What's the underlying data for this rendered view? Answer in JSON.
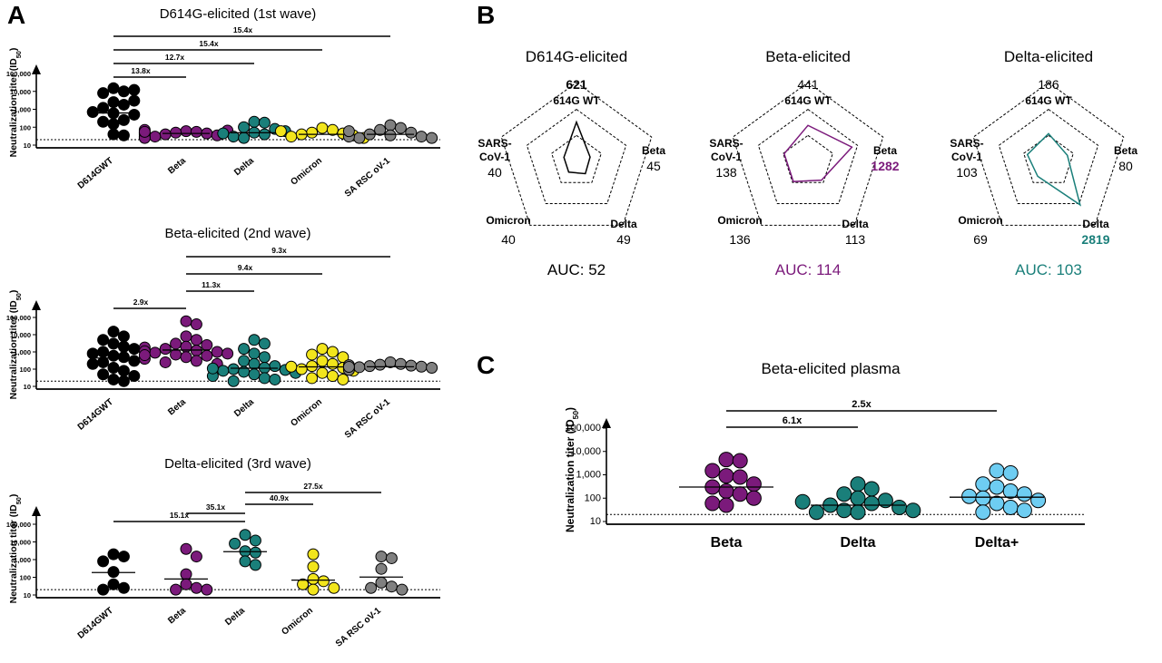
{
  "panel_letters": [
    "A",
    "B",
    "C"
  ],
  "colors": {
    "D614G WT": "#000000",
    "Beta": "#7b1a7b",
    "Delta": "#1a7f7a",
    "Omicron": "#f2e51c",
    "SARS-CoV-1": "#808080",
    "Delta+": "#6ecdf2"
  },
  "y_tick_labels": [
    "10",
    "100",
    "1,000",
    "10,000",
    "100,000"
  ],
  "chart_data": [
    {
      "id": "A1",
      "type": "scatter",
      "title": "D614G-elicited (1st wave)",
      "ylabel": "Neutralization titer (ID50)",
      "yscale": "log",
      "ylim": [
        10,
        100000
      ],
      "threshold": 20,
      "categories": [
        "D614GWT",
        "Beta",
        "Delta",
        "Omicron",
        "SA RSC oV-1"
      ],
      "series": [
        {
          "category": "D614GWT",
          "color": "#000000",
          "median": 621,
          "values": [
            15000,
            10000,
            8000,
            12000,
            2500,
            3000,
            1800,
            1200,
            600,
            500,
            700,
            250,
            200,
            150,
            40,
            35
          ]
        },
        {
          "category": "Beta",
          "color": "#7b1a7b",
          "median": 45,
          "values": [
            60,
            55,
            50,
            45,
            40,
            35,
            30,
            65,
            70,
            50,
            40,
            30,
            25,
            55
          ]
        },
        {
          "category": "Delta",
          "color": "#1a7f7a",
          "median": 49,
          "values": [
            200,
            180,
            100,
            80,
            50,
            40,
            30,
            25,
            60,
            45
          ]
        },
        {
          "category": "Omicron",
          "color": "#f2e51c",
          "median": 40,
          "values": [
            90,
            70,
            50,
            45,
            40,
            35,
            30,
            25,
            60
          ]
        },
        {
          "category": "SA RSC oV-1",
          "color": "#808080",
          "median": 40,
          "values": [
            130,
            90,
            70,
            50,
            40,
            35,
            30,
            25,
            25,
            30,
            60
          ]
        }
      ],
      "comparisons": [
        {
          "from": 0,
          "to": 1,
          "label": "13.8x"
        },
        {
          "from": 0,
          "to": 2,
          "label": "12.7x"
        },
        {
          "from": 0,
          "to": 3,
          "label": "15.4x"
        },
        {
          "from": 0,
          "to": 4,
          "label": "15.4x"
        }
      ]
    },
    {
      "id": "A2",
      "type": "scatter",
      "title": "Beta-elicited (2nd wave)",
      "ylabel": "Neutralization titer (ID50)",
      "yscale": "log",
      "ylim": [
        10,
        100000
      ],
      "threshold": 20,
      "categories": [
        "D614GWT",
        "Beta",
        "Delta",
        "Omicron",
        "SA RSC oV-1"
      ],
      "series": [
        {
          "category": "D614GWT",
          "color": "#000000",
          "median": 441,
          "values": [
            15000,
            8000,
            5000,
            3000,
            2000,
            1500,
            1000,
            800,
            600,
            500,
            400,
            300,
            250,
            200,
            120,
            80,
            50,
            40,
            25,
            20
          ]
        },
        {
          "category": "Beta",
          "color": "#7b1a7b",
          "median": 1282,
          "values": [
            60000,
            40000,
            8000,
            5000,
            3000,
            2500,
            2000,
            1500,
            1200,
            1000,
            900,
            800,
            700,
            600,
            500,
            400,
            300,
            250,
            200,
            1800,
            1100,
            650
          ]
        },
        {
          "category": "Delta",
          "color": "#1a7f7a",
          "median": 113,
          "values": [
            5000,
            3000,
            1500,
            800,
            500,
            300,
            200,
            150,
            120,
            100,
            90,
            80,
            70,
            60,
            50,
            40,
            30,
            25,
            20,
            110
          ]
        },
        {
          "category": "Omicron",
          "color": "#f2e51c",
          "median": 136,
          "values": [
            1500,
            1000,
            700,
            500,
            300,
            200,
            150,
            120,
            100,
            80,
            60,
            40,
            30,
            25,
            140
          ]
        },
        {
          "category": "SA RSC oV-1",
          "color": "#808080",
          "median": 138,
          "values": [
            250,
            200,
            180,
            160,
            150,
            140,
            130,
            120,
            110,
            100,
            90,
            170,
            135
          ]
        }
      ],
      "comparisons": [
        {
          "from": 0,
          "to": 1,
          "label": "2.9x"
        },
        {
          "from": 1,
          "to": 2,
          "label": "11.3x"
        },
        {
          "from": 1,
          "to": 3,
          "label": "9.4x"
        },
        {
          "from": 1,
          "to": 4,
          "label": "9.3x"
        }
      ]
    },
    {
      "id": "A3",
      "type": "scatter",
      "title": "Delta-elicited (3rd wave)",
      "ylabel": "Neutralization titer (ID50)",
      "yscale": "log",
      "ylim": [
        10,
        100000
      ],
      "threshold": 20,
      "categories": [
        "D614GWT",
        "Beta",
        "Delta",
        "Omicron",
        "SA RSC oV-1"
      ],
      "series": [
        {
          "category": "D614GWT",
          "color": "#000000",
          "median": 186,
          "values": [
            2000,
            1500,
            800,
            200,
            40,
            25,
            20
          ]
        },
        {
          "category": "Beta",
          "color": "#7b1a7b",
          "median": 80,
          "values": [
            4000,
            1500,
            150,
            40,
            25,
            20,
            20
          ]
        },
        {
          "category": "Delta",
          "color": "#1a7f7a",
          "median": 2819,
          "values": [
            25000,
            12000,
            8000,
            3000,
            2500,
            800,
            500
          ]
        },
        {
          "category": "Omicron",
          "color": "#f2e51c",
          "median": 69,
          "values": [
            2000,
            400,
            80,
            60,
            40,
            25,
            20
          ]
        },
        {
          "category": "SA RSC oV-1",
          "color": "#808080",
          "median": 103,
          "values": [
            1500,
            1200,
            300,
            50,
            30,
            25,
            20
          ]
        }
      ],
      "comparisons": [
        {
          "from": 0,
          "to": 2,
          "label": "15.1x"
        },
        {
          "from": 1,
          "to": 2,
          "label": "35.1x"
        },
        {
          "from": 2,
          "to": 3,
          "label": "40.9x"
        },
        {
          "from": 2,
          "to": 4,
          "label": "27.5x"
        }
      ]
    },
    {
      "id": "B",
      "type": "radar",
      "axes": [
        "614G WT",
        "Beta",
        "Delta",
        "Omicron",
        "SARS-CoV-1"
      ],
      "rlim": [
        10,
        100000
      ],
      "rscale": "log",
      "charts": [
        {
          "title": "D614G-elicited",
          "color": "#000000",
          "values": [
            621,
            45,
            49,
            40,
            40
          ],
          "highlight": 0,
          "auc": "AUC: 52"
        },
        {
          "title": "Beta-elicited",
          "color": "#7b1a7b",
          "values": [
            441,
            1282,
            113,
            136,
            138
          ],
          "highlight": 1,
          "auc": "AUC: 114"
        },
        {
          "title": "Delta-elicited",
          "color": "#1a7f7a",
          "values": [
            186,
            80,
            2819,
            69,
            103
          ],
          "highlight": 2,
          "auc": "AUC: 103"
        }
      ]
    },
    {
      "id": "C",
      "type": "scatter",
      "title": "Beta-elicited plasma",
      "ylabel": "Neutralization titer (ID50)",
      "yscale": "log",
      "ylim": [
        10,
        100000
      ],
      "threshold": 20,
      "categories": [
        "Beta",
        "Delta",
        "Delta+"
      ],
      "series": [
        {
          "category": "Beta",
          "color": "#7b1a7b",
          "median": 300,
          "values": [
            4500,
            4000,
            1500,
            900,
            800,
            400,
            300,
            200,
            150,
            100,
            60,
            50
          ]
        },
        {
          "category": "Delta",
          "color": "#1a7f7a",
          "median": 50,
          "values": [
            400,
            250,
            150,
            100,
            80,
            60,
            50,
            40,
            30,
            25,
            25,
            30,
            70
          ]
        },
        {
          "category": "Delta+",
          "color": "#6ecdf2",
          "median": 110,
          "values": [
            1500,
            1200,
            400,
            300,
            200,
            150,
            120,
            100,
            80,
            60,
            40,
            30,
            25
          ]
        }
      ],
      "comparisons": [
        {
          "from": 0,
          "to": 1,
          "label": "6.1x"
        },
        {
          "from": 0,
          "to": 2,
          "label": "2.5x"
        }
      ]
    }
  ]
}
